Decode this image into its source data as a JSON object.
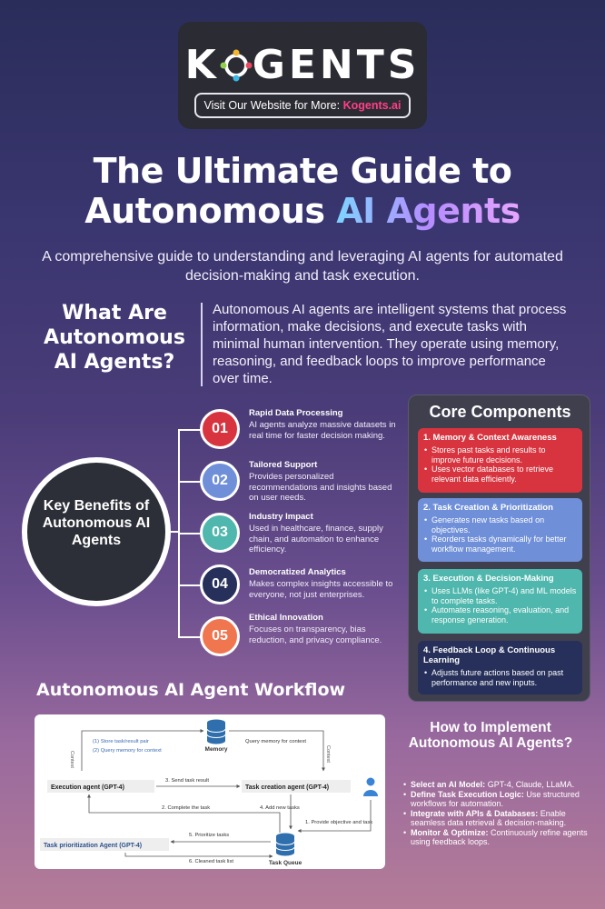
{
  "header": {
    "logo": "KOGENTS",
    "visit_prefix": "Visit Our Website for More: ",
    "visit_link": "Kogents.ai"
  },
  "title": {
    "line1": "The Ultimate Guide to",
    "line2_plain": "Autonomous ",
    "line2_highlight": "AI Agents"
  },
  "subtitle": "A comprehensive guide to understanding and leveraging AI agents for automated decision-making and task execution.",
  "what": {
    "heading": "What Are Autonomous AI Agents?",
    "text": "Autonomous AI agents are intelligent systems that process information, make decisions, and execute tasks with minimal human intervention. They operate using memory, reasoning, and feedback loops to improve performance over time."
  },
  "benefits": {
    "center_label": "Key Benefits of Autonomous AI Agents",
    "items": [
      {
        "num": "01",
        "title": "Rapid Data Processing",
        "desc": "AI agents analyze massive datasets in real time for faster decision making.",
        "color": "#d8343f"
      },
      {
        "num": "02",
        "title": "Tailored Support",
        "desc": "Provides personalized recommendations and insights based on user needs.",
        "color": "#6f8fd9"
      },
      {
        "num": "03",
        "title": "Industry Impact",
        "desc": "Used in healthcare, finance, supply chain, and automation to enhance efficiency.",
        "color": "#4fb7ad"
      },
      {
        "num": "04",
        "title": "Democratized Analytics",
        "desc": "Makes complex insights accessible to everyone, not just enterprises.",
        "color": "#26305a"
      },
      {
        "num": "05",
        "title": "Ethical Innovation",
        "desc": "Focuses on transparency, bias reduction, and privacy compliance.",
        "color": "#f0764f"
      }
    ]
  },
  "core": {
    "title": "Core Components",
    "items": [
      {
        "title": "1. Memory & Context Awareness",
        "bullets": [
          "Stores past tasks and results to improve future decisions.",
          "Uses vector databases to retrieve relevant data efficiently."
        ],
        "color": "#d8343f"
      },
      {
        "title": "2. Task Creation & Prioritization",
        "bullets": [
          "Generates new tasks based on objectives.",
          "Reorders tasks dynamically for better workflow management."
        ],
        "color": "#6f8fd9"
      },
      {
        "title": "3. Execution & Decision-Making",
        "bullets": [
          "Uses LLMs (like GPT-4) and ML models to complete tasks.",
          "Automates reasoning, evaluation, and response generation."
        ],
        "color": "#4fb7ad"
      },
      {
        "title": "4. Feedback Loop & Continuous Learning",
        "bullets": [
          "Adjusts future actions based on past performance and new inputs."
        ],
        "color": "#26305a"
      }
    ]
  },
  "workflow": {
    "title": "Autonomous AI Agent Workflow",
    "memory": "Memory",
    "task_queue": "Task Queue",
    "execution_agent": "Execution agent (GPT-4)",
    "creation_agent": "Task creation agent (GPT-4)",
    "prioritization_agent": "Task prioritization Agent (GPT-4)",
    "context_left": "Context",
    "context_right": "Context",
    "store_pair": "(1) Store task/result pair",
    "query_memory": "(2) Query memory for context",
    "query_memory_right": "Query memory for context",
    "send_result": "3. Send task result",
    "complete_task": "2. Complete the task",
    "add_tasks": "4. Add new tasks",
    "prioritize": "5. Prioritize tasks",
    "cleaned_list": "6. Cleaned task list",
    "provide_objective": "1. Provide objective and task"
  },
  "how": {
    "title": "How to Implement Autonomous AI Agents?",
    "items": [
      {
        "label": "Select an AI Model:",
        "text": " GPT-4, Claude, LLaMA."
      },
      {
        "label": "Define Task Execution Logic:",
        "text": " Use structured workflows for automation."
      },
      {
        "label": "Integrate with APIs & Databases:",
        "text": " Enable seamless data retrieval & decision-making."
      },
      {
        "label": "Monitor & Optimize:",
        "text": " Continuously refine agents using feedback loops."
      }
    ]
  }
}
